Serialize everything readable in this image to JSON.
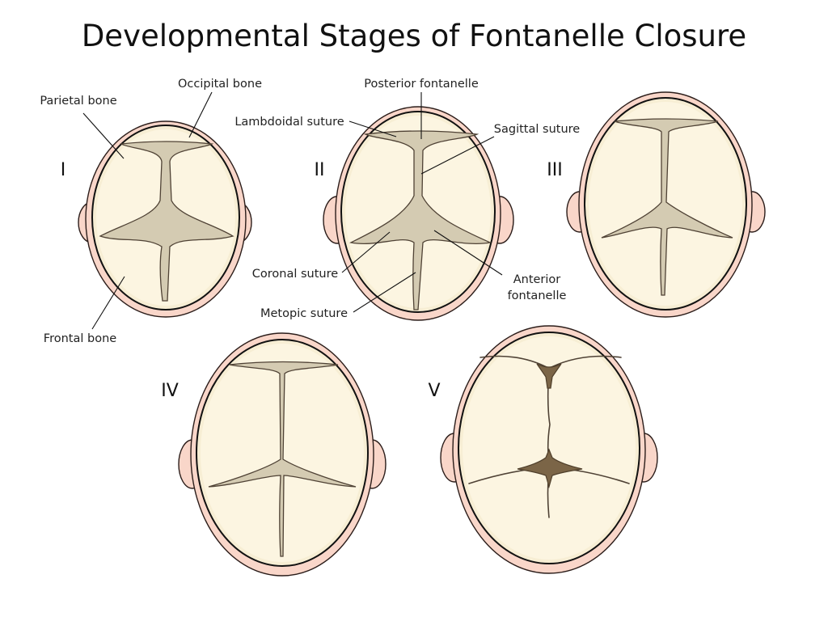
{
  "title": "Developmental Stages of Fontanelle Closure",
  "stages": [
    {
      "numeral": "I"
    },
    {
      "numeral": "II"
    },
    {
      "numeral": "III"
    },
    {
      "numeral": "IV"
    },
    {
      "numeral": "V"
    }
  ],
  "labels": {
    "occipital_bone": "Occipital bone",
    "parietal_bone": "Parietal bone",
    "frontal_bone": "Frontal bone",
    "posterior_fontanelle": "Posterior fontanelle",
    "lambdoidal_suture": "Lambdoidal suture",
    "sagittal_suture": "Sagittal suture",
    "coronal_suture": "Coronal suture",
    "metopic_suture": "Metopic suture",
    "anterior_fontanelle_1": "Anterior",
    "anterior_fontanelle_2": "fontanelle"
  },
  "colors": {
    "skin": "#f9d6c9",
    "bone": "#fcf5e1",
    "fontanelle_membrane": "#d4cbb2",
    "closed_suture": "#7b6547"
  }
}
